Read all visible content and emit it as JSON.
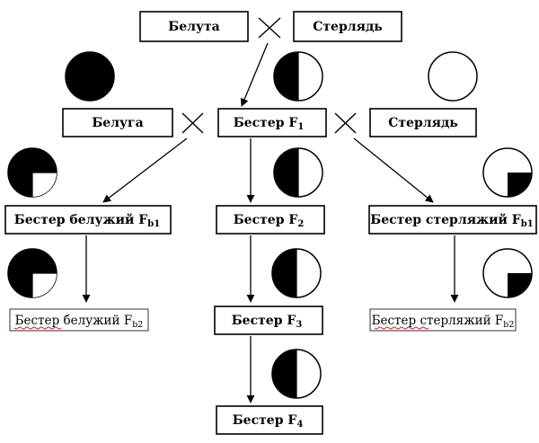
{
  "labels": {
    "p0_beluga": "Белута",
    "p0_sterlet": "Стерлядь",
    "p1_beluga": "Белуга",
    "f1": "Бестер F",
    "f1_sub": "1",
    "p1_sterlet": "Стерлядь",
    "fb1_left": "Бестер белужий F",
    "fb1_left_sub": "b1",
    "f2": "Бестер F",
    "f2_sub": "2",
    "fb1_right": "Бестер стерляжий F",
    "fb1_right_sub": "b1",
    "fb2_left": "Бестер белужий F",
    "fb2_left_sub": "b2",
    "f3": "Бестер F",
    "f3_sub": "3",
    "fb2_right": "Бестер стерляжий F",
    "fb2_right_sub": "b2",
    "f4": "Бестер F",
    "f4_sub": "4"
  },
  "cross_symbol": "×",
  "colors": {
    "ink": "#000000",
    "paper": "#ffffff",
    "spellcheck_underline": "#d21e1e"
  },
  "genome_indicators": [
    {
      "id": "beluga",
      "beluga_fraction": 1.0
    },
    {
      "id": "sterlet",
      "beluga_fraction": 0.0
    },
    {
      "id": "f1",
      "beluga_fraction": 0.5
    },
    {
      "id": "f2",
      "beluga_fraction": 0.5
    },
    {
      "id": "f3",
      "beluga_fraction": 0.5
    },
    {
      "id": "f4",
      "beluga_fraction": 0.5
    },
    {
      "id": "fb1-beluga",
      "beluga_fraction": 0.75
    },
    {
      "id": "fb2-beluga",
      "beluga_fraction": 0.75
    },
    {
      "id": "fb1-sterlet",
      "beluga_fraction": 0.25
    },
    {
      "id": "fb2-sterlet",
      "beluga_fraction": 0.25
    }
  ]
}
